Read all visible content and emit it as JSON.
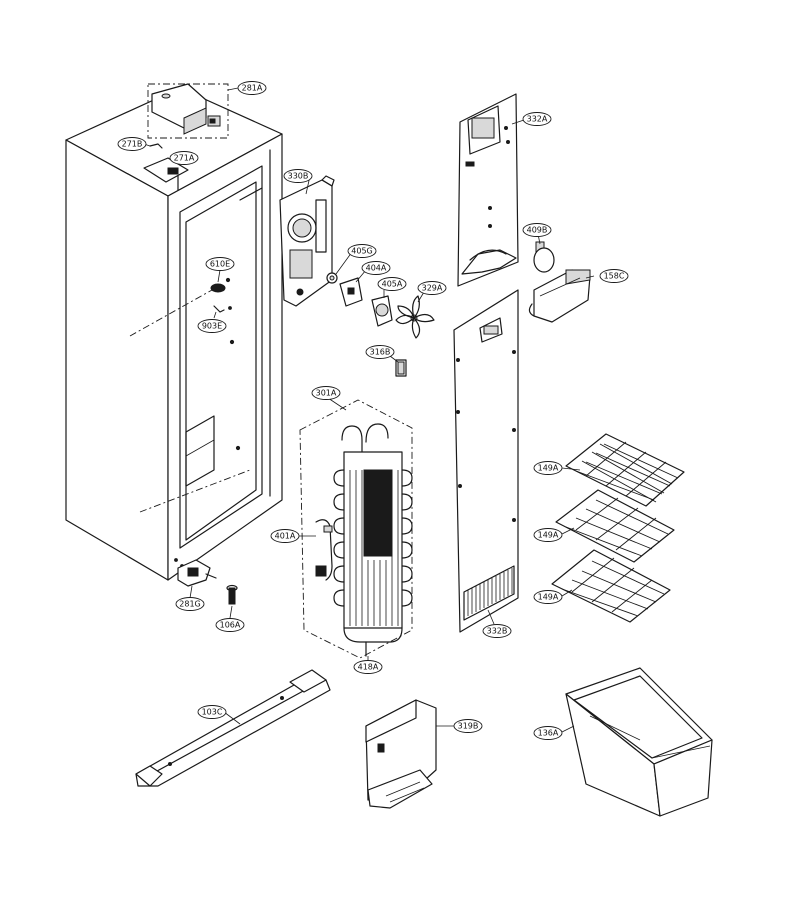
{
  "parts": [
    {
      "id": "281A"
    },
    {
      "id": "271B"
    },
    {
      "id": "271A"
    },
    {
      "id": "330B"
    },
    {
      "id": "332A"
    },
    {
      "id": "409B"
    },
    {
      "id": "158C"
    },
    {
      "id": "405G"
    },
    {
      "id": "404A"
    },
    {
      "id": "405A"
    },
    {
      "id": "329A"
    },
    {
      "id": "610E"
    },
    {
      "id": "903E"
    },
    {
      "id": "316B"
    },
    {
      "id": "301A"
    },
    {
      "id": "401A"
    },
    {
      "id": "281G"
    },
    {
      "id": "106A"
    },
    {
      "id": "418A"
    },
    {
      "id": "332B"
    },
    {
      "id": "149A"
    },
    {
      "id": "149A"
    },
    {
      "id": "149A"
    },
    {
      "id": "103C"
    },
    {
      "id": "319B"
    },
    {
      "id": "136A"
    }
  ]
}
